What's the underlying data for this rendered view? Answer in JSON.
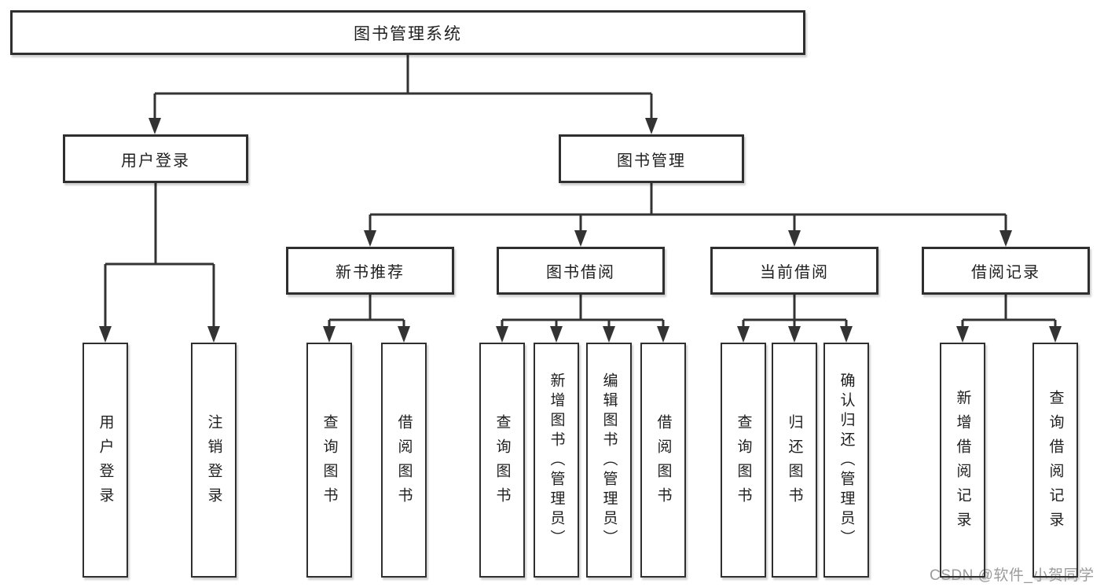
{
  "diagram": {
    "root": {
      "label": "图书管理系统"
    },
    "branches": [
      {
        "label": "用户登录",
        "children": [
          "用户登录",
          "注销登录"
        ]
      },
      {
        "label": "图书管理",
        "sections": [
          {
            "label": "新书推荐",
            "children": [
              "查询图书",
              "借阅图书"
            ]
          },
          {
            "label": "图书借阅",
            "children": [
              "查询图书",
              "新增图书（管理员）",
              "编辑图书（管理员）",
              "借阅图书"
            ]
          },
          {
            "label": "当前借阅",
            "children": [
              "查询图书",
              "归还图书",
              "确认归还（管理员）"
            ]
          },
          {
            "label": "借阅记录",
            "children": [
              "新增借阅记录",
              "查询借阅记录"
            ]
          }
        ]
      }
    ]
  },
  "watermark": {
    "text": "CSDN @软件_小贺同学"
  },
  "colors": {
    "line": "#333333",
    "box_border": "#2f2f2f",
    "text": "#1f1f1f",
    "watermark": "#9b9b9b",
    "background": "#ffffff"
  }
}
